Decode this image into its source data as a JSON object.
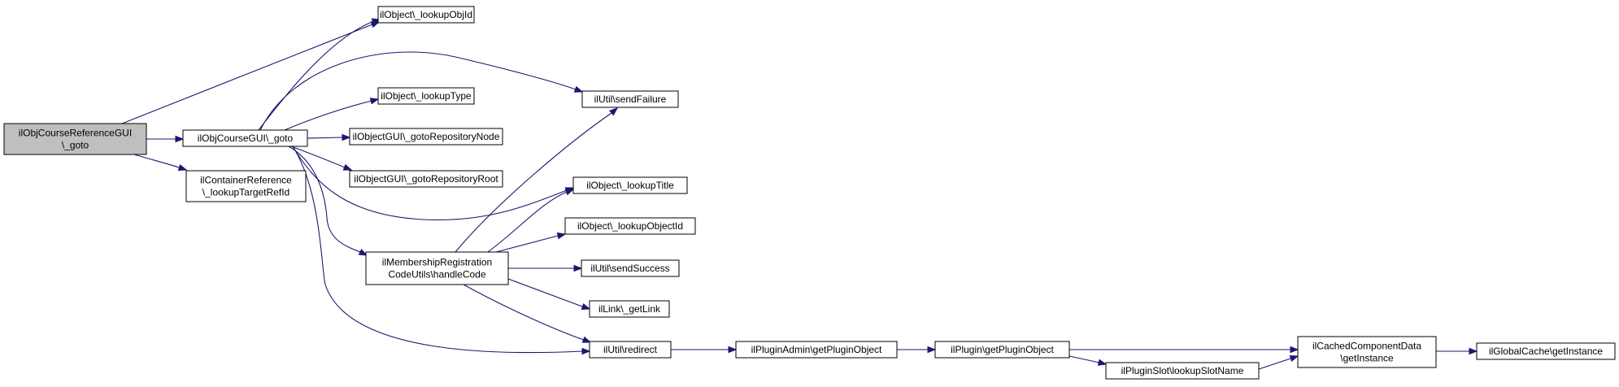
{
  "diagram": {
    "edge_color": "#191970",
    "root_fill": "#bfbfbf",
    "nodes": [
      {
        "id": "root",
        "lines": [
          "ilObjCourseReferenceGUI",
          "\\_goto"
        ],
        "highlight": true
      },
      {
        "id": "course_goto",
        "lines": [
          "ilObjCourseGUI\\_goto"
        ]
      },
      {
        "id": "lookup_target",
        "lines": [
          "ilContainerReference",
          "\\_lookupTargetRefId"
        ]
      },
      {
        "id": "lookup_obj_id",
        "lines": [
          "ilObject\\_lookupObjId"
        ]
      },
      {
        "id": "send_failure",
        "lines": [
          "ilUtil\\sendFailure"
        ]
      },
      {
        "id": "lookup_type",
        "lines": [
          "ilObject\\_lookupType"
        ]
      },
      {
        "id": "goto_repo_node",
        "lines": [
          "ilObjectGUI\\_gotoRepositoryNode"
        ]
      },
      {
        "id": "goto_repo_root",
        "lines": [
          "ilObjectGUI\\_gotoRepositoryRoot"
        ]
      },
      {
        "id": "lookup_title",
        "lines": [
          "ilObject\\_lookupTitle"
        ]
      },
      {
        "id": "lookup_object_id",
        "lines": [
          "ilObject\\_lookupObjectId"
        ]
      },
      {
        "id": "handle_code",
        "lines": [
          "ilMembershipRegistration",
          "CodeUtils\\handleCode"
        ]
      },
      {
        "id": "send_success",
        "lines": [
          "ilUtil\\sendSuccess"
        ]
      },
      {
        "id": "get_link",
        "lines": [
          "ilLink\\_getLink"
        ]
      },
      {
        "id": "redirect",
        "lines": [
          "ilUtil\\redirect"
        ]
      },
      {
        "id": "plugin_admin",
        "lines": [
          "ilPluginAdmin\\getPluginObject"
        ]
      },
      {
        "id": "plugin_get",
        "lines": [
          "ilPlugin\\getPluginObject"
        ]
      },
      {
        "id": "slot_lookup",
        "lines": [
          "ilPluginSlot\\lookupSlotName"
        ]
      },
      {
        "id": "cached_component",
        "lines": [
          "ilCachedComponentData",
          "\\getInstance"
        ]
      },
      {
        "id": "global_cache",
        "lines": [
          "ilGlobalCache\\getInstance"
        ]
      }
    ],
    "edges": [
      {
        "from": "root",
        "to": "course_goto"
      },
      {
        "from": "root",
        "to": "lookup_obj_id"
      },
      {
        "from": "root",
        "to": "lookup_target"
      },
      {
        "from": "course_goto",
        "to": "lookup_obj_id"
      },
      {
        "from": "course_goto",
        "to": "send_failure"
      },
      {
        "from": "course_goto",
        "to": "lookup_type"
      },
      {
        "from": "course_goto",
        "to": "goto_repo_node"
      },
      {
        "from": "course_goto",
        "to": "goto_repo_root"
      },
      {
        "from": "course_goto",
        "to": "lookup_title"
      },
      {
        "from": "course_goto",
        "to": "handle_code"
      },
      {
        "from": "course_goto",
        "to": "redirect"
      },
      {
        "from": "handle_code",
        "to": "send_failure"
      },
      {
        "from": "handle_code",
        "to": "lookup_title"
      },
      {
        "from": "handle_code",
        "to": "lookup_object_id"
      },
      {
        "from": "handle_code",
        "to": "send_success"
      },
      {
        "from": "handle_code",
        "to": "get_link"
      },
      {
        "from": "handle_code",
        "to": "redirect"
      },
      {
        "from": "redirect",
        "to": "plugin_admin"
      },
      {
        "from": "plugin_admin",
        "to": "plugin_get"
      },
      {
        "from": "plugin_get",
        "to": "cached_component"
      },
      {
        "from": "plugin_get",
        "to": "slot_lookup"
      },
      {
        "from": "slot_lookup",
        "to": "cached_component"
      },
      {
        "from": "cached_component",
        "to": "global_cache"
      }
    ]
  }
}
